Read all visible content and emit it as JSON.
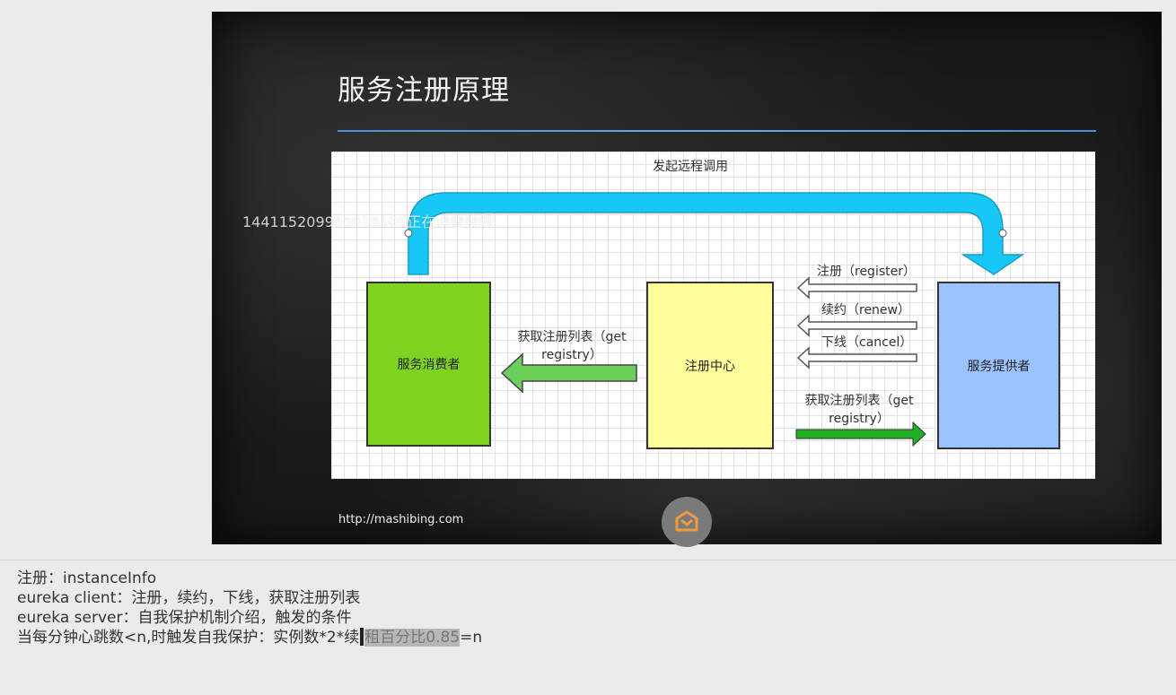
{
  "slide": {
    "title": "服务注册原理",
    "footer_url": "http://mashibing.com",
    "logo_icon": "mashibing-logo-icon"
  },
  "diagram": {
    "top_label": "发起远程调用",
    "consumer_label": "服务消费者",
    "center_label": "注册中心",
    "provider_label": "服务提供者",
    "arrow_register": "注册（register）",
    "arrow_renew": "续约（renew）",
    "arrow_cancel": "下线（cancel）",
    "arrow_get_to_consumer": "获取注册列表（get registry）",
    "arrow_get_from_provider": "获取注册列表（get registry）",
    "colors": {
      "consumer": "#7ed321",
      "center": "#fdfd99",
      "provider": "#99c2ff",
      "remote_call_arrow": "#17c7f5",
      "get_registry_arrow_consumer": "#6ad05a",
      "get_registry_arrow_provider": "#22b022"
    }
  },
  "watermark": "1441152099656181​09正在观看视频",
  "notes": {
    "line1": "注册：instanceInfo",
    "line2": "eureka client：注册，续约，下线，获取注册列表",
    "line3": "eureka server：自我保护机制介绍，触发的条件",
    "line4_before": "当每分钟心跳数<n,时触发自我保护：实例数*2*续",
    "line4_selected": "租百分比0.85",
    "line4_after": "=n"
  }
}
